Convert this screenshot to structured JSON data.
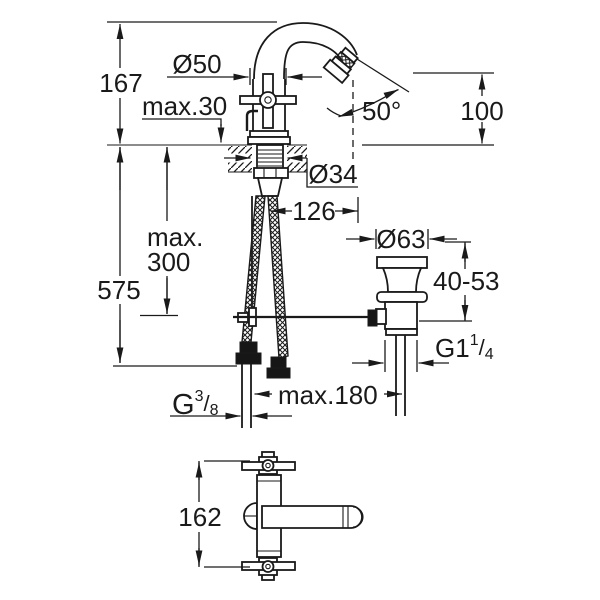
{
  "meta": {
    "drawing_type": "faucet-technical-dimension-drawing",
    "background_color": "#ffffff",
    "line_color": "#1a1a1a"
  },
  "front_view": {
    "dim_spout_height": "167",
    "dim_handle_diameter": "Ø50",
    "dim_deck_thickness": "max.30",
    "dim_spout_angle": "50°",
    "dim_outlet_height": "100",
    "dim_hole_diameter": "Ø34",
    "dim_spout_projection": "126",
    "dim_hose_clearance_line1": "max.",
    "dim_hose_clearance_line2": "300",
    "dim_total_height": "575",
    "dim_waste_flange_diameter": "Ø63",
    "dim_waste_adjust_range": "40-53",
    "dim_waste_thread": {
      "base": "G1",
      "sup": "1",
      "slash": "/",
      "sub": "4"
    },
    "dim_hose_offset": "max.180",
    "dim_supply_thread": {
      "base": "G",
      "sup": "3",
      "slash": "/",
      "sub": "8"
    }
  },
  "top_view": {
    "dim_overall_depth": "162"
  }
}
